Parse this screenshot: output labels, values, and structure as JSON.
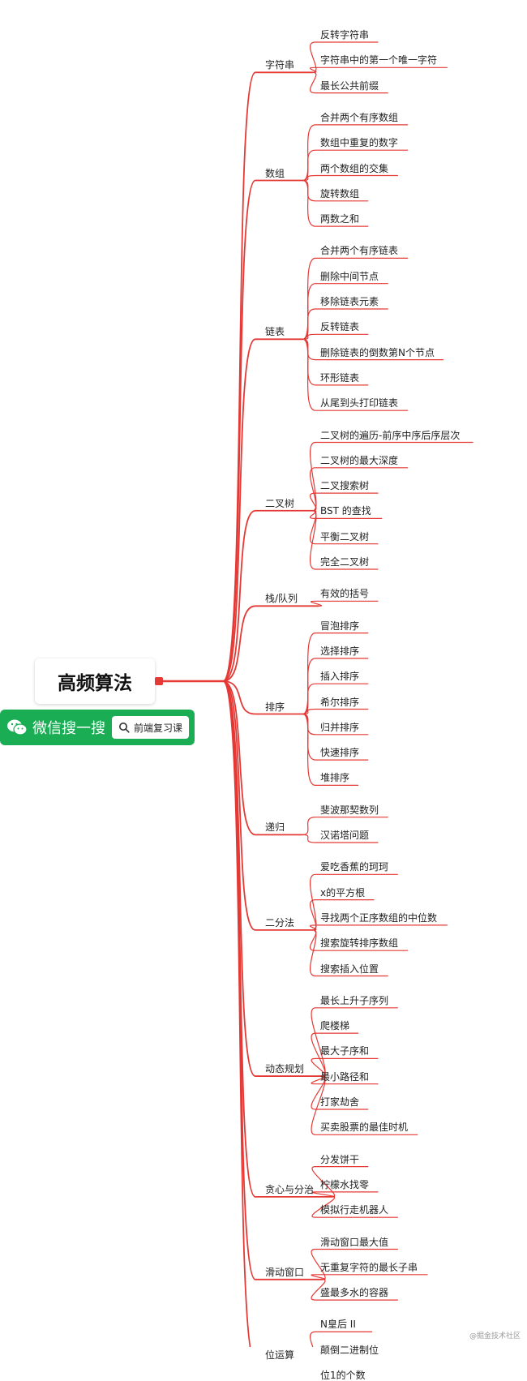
{
  "root": "高频算法",
  "badge": {
    "wechat_text": "微信搜一搜",
    "search_text": "前端复习课"
  },
  "watermark": "@掘金技术社区",
  "categories": [
    {
      "label": "字符串",
      "children": [
        "反转字符串",
        "字符串中的第一个唯一字符",
        "最长公共前缀"
      ]
    },
    {
      "label": "数组",
      "children": [
        "合并两个有序数组",
        "数组中重复的数字",
        "两个数组的交集",
        "旋转数组",
        "两数之和"
      ]
    },
    {
      "label": "链表",
      "children": [
        "合并两个有序链表",
        "删除中间节点",
        "移除链表元素",
        "反转链表",
        "删除链表的倒数第N个节点",
        "环形链表",
        "从尾到头打印链表"
      ]
    },
    {
      "label": "二叉树",
      "children": [
        "二叉树的遍历-前序中序后序层次",
        "二叉树的最大深度",
        "二叉搜索树",
        "BST 的查找",
        "平衡二叉树",
        "完全二叉树"
      ]
    },
    {
      "label": "栈/队列",
      "children": [
        "有效的括号"
      ]
    },
    {
      "label": "排序",
      "children": [
        "冒泡排序",
        "选择排序",
        "插入排序",
        "希尔排序",
        "归并排序",
        "快速排序",
        "堆排序"
      ]
    },
    {
      "label": "递归",
      "children": [
        "斐波那契数列",
        "汉诺塔问题"
      ]
    },
    {
      "label": "二分法",
      "children": [
        "爱吃香蕉的珂珂",
        "x的平方根",
        "寻找两个正序数组的中位数",
        "搜索旋转排序数组",
        "搜索插入位置"
      ]
    },
    {
      "label": "动态规划",
      "children": [
        "最长上升子序列",
        "爬楼梯",
        "最大子序和",
        "最小路径和",
        "打家劫舍",
        "买卖股票的最佳时机"
      ]
    },
    {
      "label": "贪心与分治",
      "children": [
        "分发饼干",
        "柠檬水找零",
        "模拟行走机器人"
      ]
    },
    {
      "label": "滑动窗口",
      "children": [
        "滑动窗口最大值",
        "无重复字符的最长子串",
        "盛最多水的容器"
      ]
    },
    {
      "label": "位运算",
      "children": [
        "N皇后 II",
        "颠倒二进制位",
        "位1的个数"
      ]
    }
  ],
  "colors": {
    "line": "#e53935",
    "badge": "#1aad54"
  }
}
